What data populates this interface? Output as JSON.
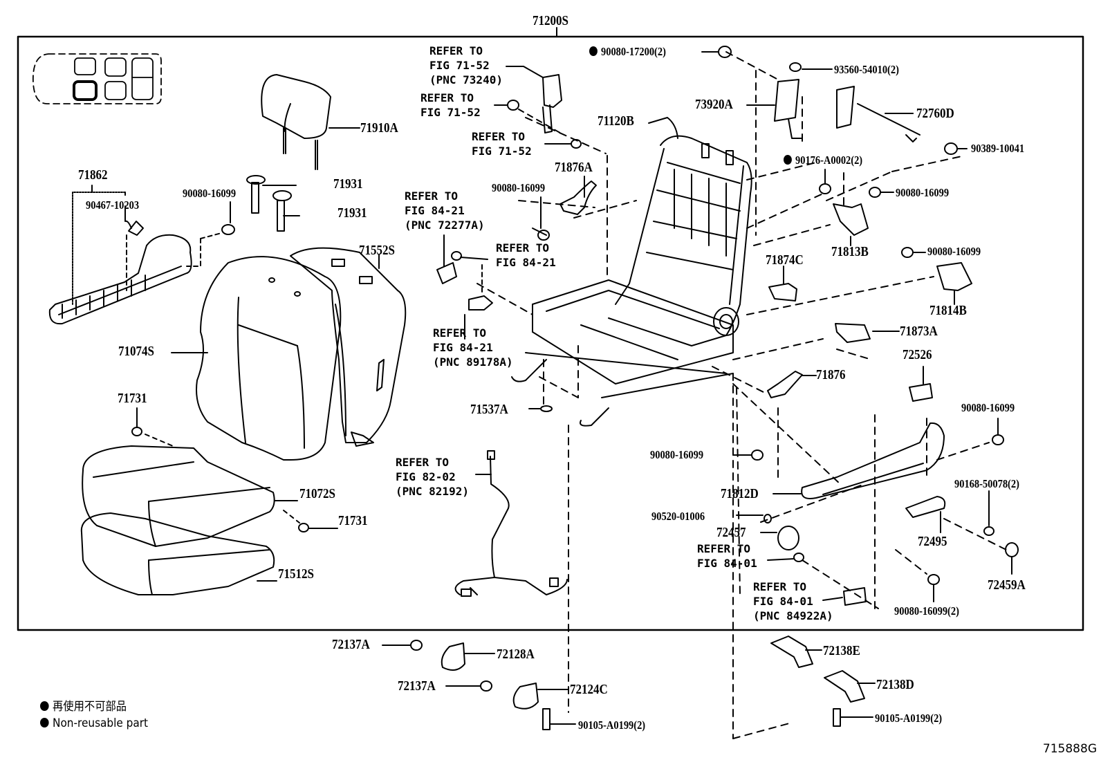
{
  "diagram": {
    "assembly_label": "71200S",
    "figure_code": "715888G",
    "legend": [
      {
        "symbol": "filled-circle",
        "text": "再使用不可部品"
      },
      {
        "symbol": "filled-circle",
        "text": "Non-reusable part"
      }
    ],
    "parts": {
      "p71910A": "71910A",
      "p71931a": "71931",
      "p71931b": "71931",
      "p71862": "71862",
      "p90467": "90467-10203",
      "p90080_left": "90080-16099",
      "p71552S": "71552S",
      "p71074S": "71074S",
      "p71731a": "71731",
      "p71072S": "71072S",
      "p71731b": "71731",
      "p71512S": "71512S",
      "p90080_17200": "90080-17200(2)",
      "p93560": "93560-54010(2)",
      "p73920A": "73920A",
      "p72760D": "72760D",
      "p71120B": "71120B",
      "p90389": "90389-10041",
      "p90176": "90176-A0002(2)",
      "p71876A": "71876A",
      "p90080_mid": "90080-16099",
      "p90080_r1": "90080-16099",
      "p71813B": "71813B",
      "p90080_r2": "90080-16099",
      "p71874C": "71874C",
      "p71814B": "71814B",
      "p71873A": "71873A",
      "p72526": "72526",
      "p71876": "71876",
      "p71537A": "71537A",
      "p90080_r3": "90080-16099",
      "p90080_c": "90080-16099",
      "p71812D": "71812D",
      "p90168": "90168-50078(2)",
      "p90520": "90520-01006",
      "p72457": "72457",
      "p72495": "72495",
      "p72459A": "72459A",
      "p90080_2": "90080-16099(2)",
      "p72137Aa": "72137A",
      "p72128A": "72128A",
      "p72137Ab": "72137A",
      "p72124C": "72124C",
      "p90105a": "90105-A0199(2)",
      "p72138E": "72138E",
      "p72138D": "72138D",
      "p90105b": "90105-A0199(2)"
    },
    "references": {
      "r73240": "REFER TO\nFIG 71-52\n(PNC 73240)",
      "r7152a": "REFER TO\nFIG 71-52",
      "r7152b": "REFER TO\nFIG 71-52",
      "r72277A": "REFER TO\nFIG 84-21\n(PNC 72277A)",
      "r8421": "REFER TO\nFIG 84-21",
      "r89178A": "REFER TO\nFIG 84-21\n(PNC 89178A)",
      "r82192": "REFER TO\nFIG 82-02\n(PNC 82192)",
      "r8401": "REFER TO\nFIG 84-01",
      "r84922A": "REFER TO\nFIG 84-01\n(PNC 84922A)"
    },
    "non_reusable_marked": [
      "90080-17200(2)",
      "90176-A0002(2)"
    ]
  }
}
